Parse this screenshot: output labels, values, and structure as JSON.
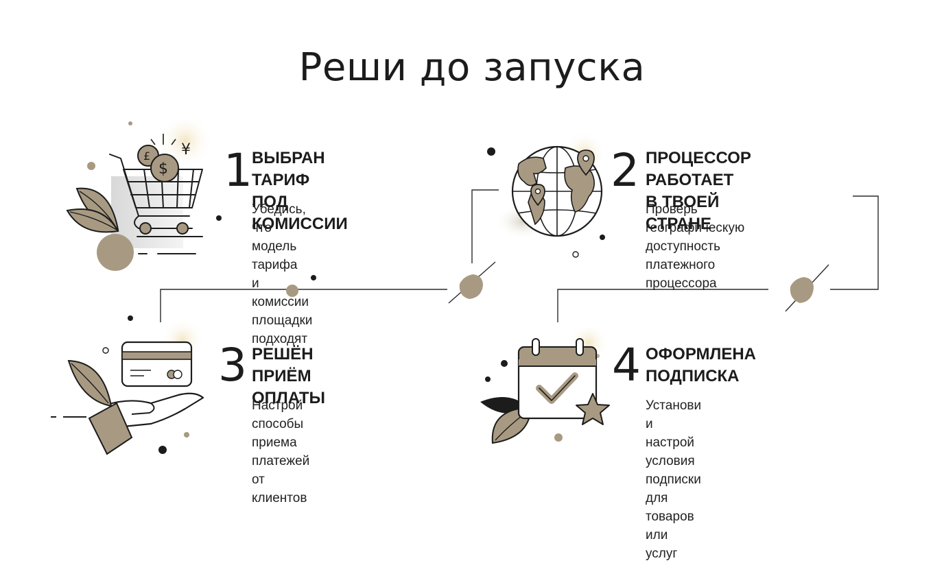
{
  "title": "Реши до запуска",
  "colors": {
    "accent": "#a89a82",
    "ink": "#1c1c1c",
    "glow": "#f3e7c6"
  },
  "steps": [
    {
      "number": "1",
      "heading": "Выбран тариф\nпод комиссии",
      "description": "Убедись, что модель тарифа\nи комиссии площадки\nподходят",
      "icon": "shopping-cart-icon"
    },
    {
      "number": "2",
      "heading": "Процессор работает\nв твоей стране",
      "description": "Проверь географическую\nдоступность платежного\nпроцессора",
      "icon": "globe-icon"
    },
    {
      "number": "3",
      "heading": "Решён приём\nоплаты",
      "description": "Настрой способы приема\nплатежей от клиентов",
      "icon": "credit-card-hand-icon"
    },
    {
      "number": "4",
      "heading": "Оформлена\nподписка",
      "description": "Установи и настрой условия\nподписки для товаров или услуг",
      "icon": "calendar-check-icon"
    }
  ]
}
